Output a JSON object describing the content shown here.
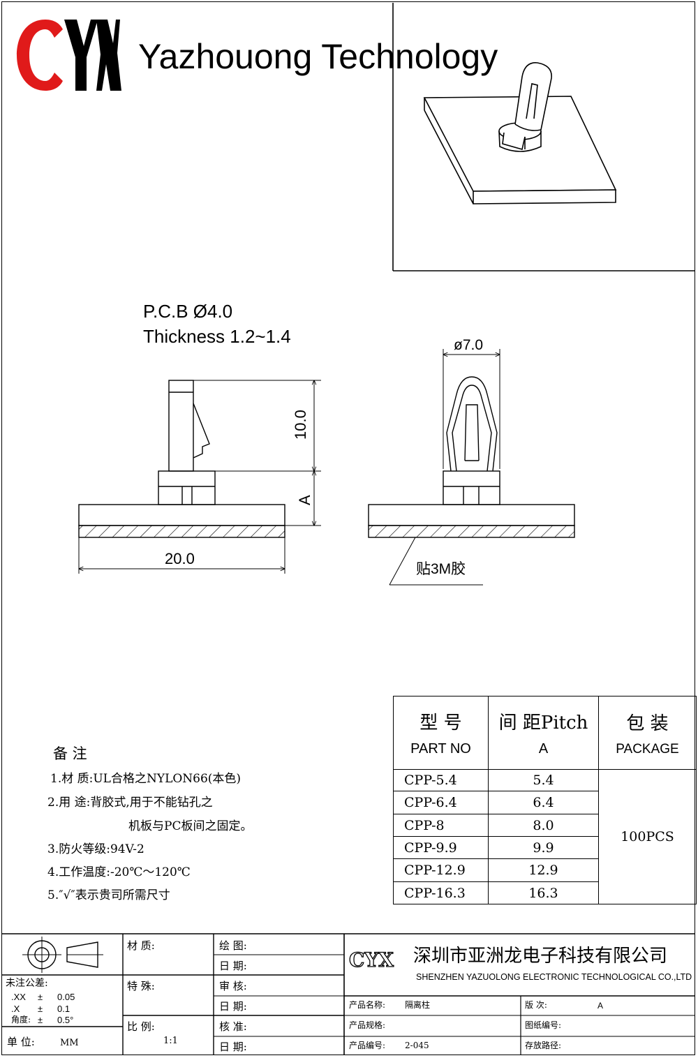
{
  "brand": {
    "logo_text": "CYX",
    "company_en_title": "Yazhouong Technology"
  },
  "pcb_note": {
    "line1": "P.C.B  Ø4.0",
    "line2": "Thickness 1.2~1.4"
  },
  "dimensions": {
    "height_label": "10.0",
    "pitch_label": "A",
    "width_label": "20.0",
    "diameter_label": "ø7.0",
    "adhesive_label": "贴3M胶"
  },
  "remarks": {
    "title": "备    注",
    "items": [
      "1.材      质:UL合格之NYLON66(本色)",
      "2.用      途:背胶式,用于不能钻孔之",
      "机板与PC板间之固定。",
      "3.防火等级:94V-2",
      "4.工作温度:-20℃～120℃",
      "5.″√″表示贵司所需尺寸"
    ]
  },
  "parts_table": {
    "head_part_cn": "型  号",
    "head_part_en": "PART NO",
    "head_pitch_cn": "间  距Pitch",
    "head_pitch_en": "A",
    "head_pkg_cn": "包  装",
    "head_pkg_en": "PACKAGE",
    "package_value": "100PCS",
    "rows": [
      {
        "part": "CPP-5.4",
        "pitch": "5.4"
      },
      {
        "part": "CPP-6.4",
        "pitch": "6.4"
      },
      {
        "part": "CPP-8",
        "pitch": "8.0"
      },
      {
        "part": "CPP-9.9",
        "pitch": "9.9"
      },
      {
        "part": "CPP-12.9",
        "pitch": "12.9"
      },
      {
        "part": "CPP-16.3",
        "pitch": "16.3"
      }
    ]
  },
  "title_block": {
    "tolerance_title": "未注公差:",
    "tol_xx": ".XX",
    "tol_x": ".X",
    "tol_angle": "角度:",
    "pm": "±",
    "tol_xx_val": "0.05",
    "tol_x_val": "0.1",
    "tol_angle_val": "0.5°",
    "unit_label": "单    位:",
    "unit_value": "MM",
    "material_label": "材    质:",
    "special_label": "特    殊:",
    "scale_label": "比    例:",
    "scale_value": "1:1",
    "drawn_label": "绘    图:",
    "date_label": "日    期:",
    "review_label": "审    核:",
    "approve_label": "核    准:",
    "company_cn": "深圳市亚洲龙电子科技有限公司",
    "company_en": "SHENZHEN YAZUOLONG ELECTRONIC TECHNOLOGICAL CO.,LTD",
    "product_name_label": "产品名称:",
    "product_name_value": "隔离柱",
    "product_spec_label": "产品规格:",
    "product_code_label": "产品编号:",
    "product_code_value": "2-045",
    "version_label": "版    次:",
    "version_value": "A",
    "drawing_no_label": "图纸编号:",
    "storage_label": "存放路径:"
  }
}
